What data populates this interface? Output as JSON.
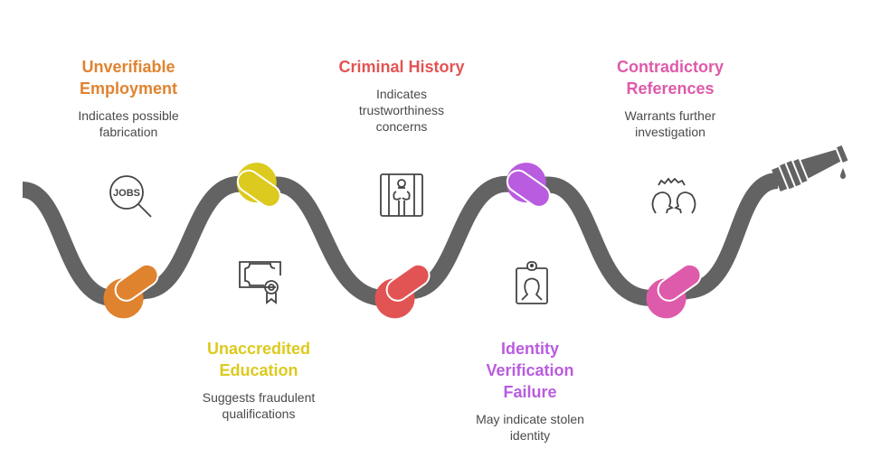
{
  "diagram": {
    "hose_color": "#636363",
    "steps": [
      {
        "id": "employment",
        "title": "Unverifiable\nEmployment",
        "description": "Indicates possible\nfabrication",
        "color": "#E0832F",
        "icon": "jobs-search-icon",
        "position": "top"
      },
      {
        "id": "education",
        "title": "Unaccredited\nEducation",
        "description": "Suggests fraudulent\nqualifications",
        "color": "#DCCA1E",
        "icon": "certificate-icon",
        "position": "bottom"
      },
      {
        "id": "criminal",
        "title": "Criminal History",
        "description": "Indicates\ntrustworthiness\nconcerns",
        "color": "#E25454",
        "icon": "prisoner-icon",
        "position": "top"
      },
      {
        "id": "identity",
        "title": "Identity\nVerification\nFailure",
        "description": "May indicate stolen\nidentity",
        "color": "#B95CDF",
        "icon": "id-badge-icon",
        "position": "bottom"
      },
      {
        "id": "references",
        "title": "Contradictory\nReferences",
        "description": "Warrants further\ninvestigation",
        "color": "#DE5AAA",
        "icon": "arguing-people-icon",
        "position": "top"
      }
    ],
    "icon_text": {
      "jobs": "JOBS"
    }
  }
}
